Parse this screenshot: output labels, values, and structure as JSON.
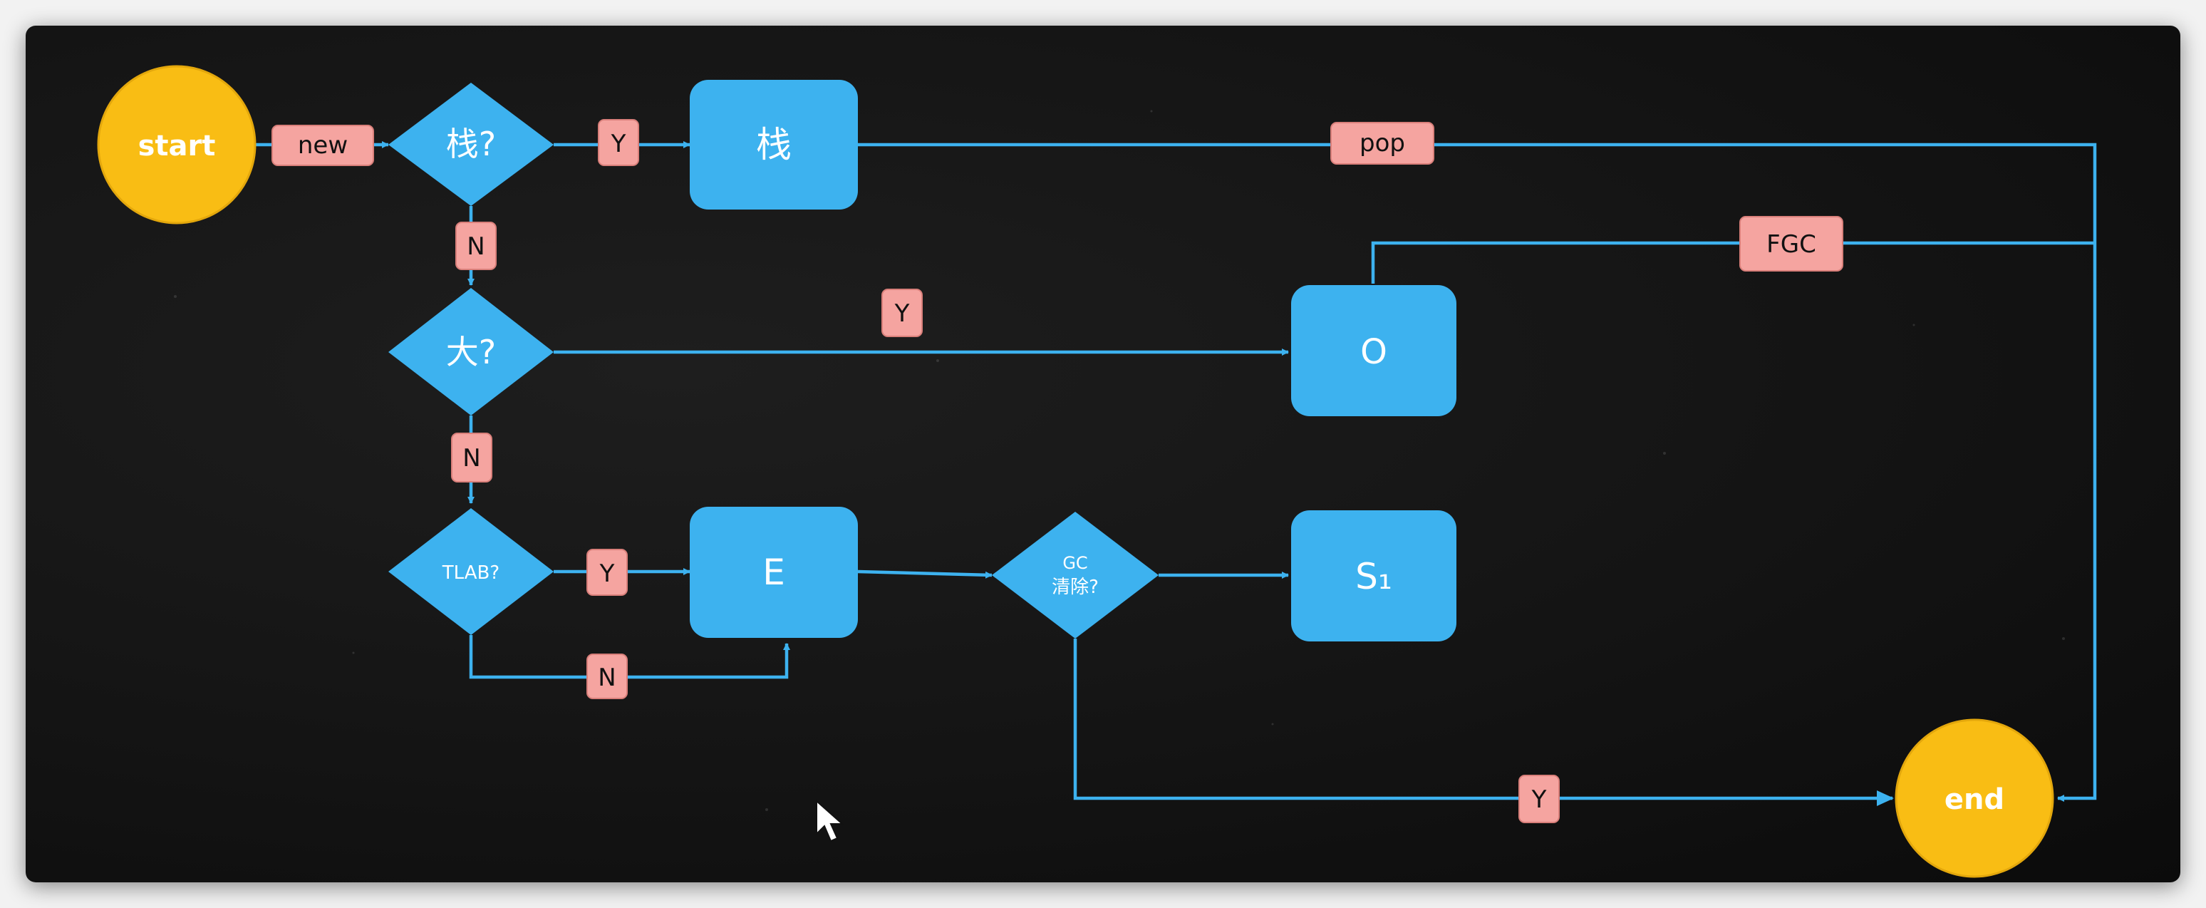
{
  "diagram": {
    "start_label": "start",
    "end_label": "end",
    "edge_new": "new",
    "decision_stack": "栈?",
    "decision_large": "大?",
    "decision_tlab": "TLAB?",
    "decision_gc_line1": "GC",
    "decision_gc_line2": "清除?",
    "box_stack": "栈",
    "box_old": "O",
    "box_eden": "E",
    "box_survivor": "S₁",
    "edge_pop": "pop",
    "edge_fgc": "FGC",
    "edge_stack_yes": "Y",
    "edge_stack_no": "N",
    "edge_large_yes": "Y",
    "edge_large_no": "N",
    "edge_tlab_yes": "Y",
    "edge_tlab_no": "N",
    "edge_gc_yes": "Y"
  },
  "colors": {
    "terminal": "#f9bd14",
    "process": "#3db2ef",
    "decision": "#3db2ef",
    "edge_label": "#f5a4a0",
    "line": "#3db2ef"
  }
}
